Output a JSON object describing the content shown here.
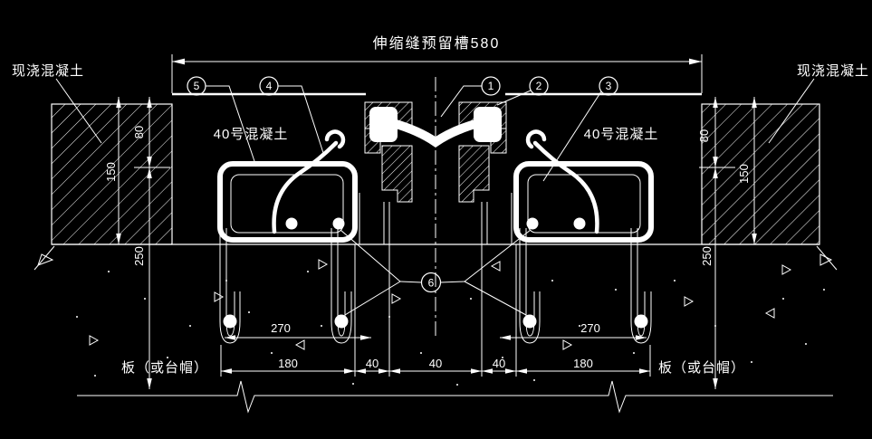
{
  "drawing_type": "expansion-joint-cad-section",
  "colors": {
    "background": "#000000",
    "line": "#ffffff"
  },
  "header": {
    "groove_dim_label": "伸缩缝预留槽580"
  },
  "labels": {
    "cast_in_place_left": "现浇混凝土",
    "cast_in_place_right": "现浇混凝土",
    "concrete40_left": "40号混凝土",
    "concrete40_right": "40号混凝土",
    "slab_left": "板（或台帽）",
    "slab_right": "板（或台帽）"
  },
  "callouts": {
    "c1": "1",
    "c2": "2",
    "c3": "3",
    "c4": "4",
    "c5": "5",
    "c6": "6"
  },
  "dimensions": {
    "left_270": "270",
    "right_270": "270",
    "left_180": "180",
    "left_40": "40",
    "center_40": "40",
    "right_40": "40",
    "right_180": "180",
    "left_80": "80",
    "left_150": "150",
    "left_250": "250",
    "right_80": "80",
    "right_150": "150",
    "right_250": "250"
  }
}
